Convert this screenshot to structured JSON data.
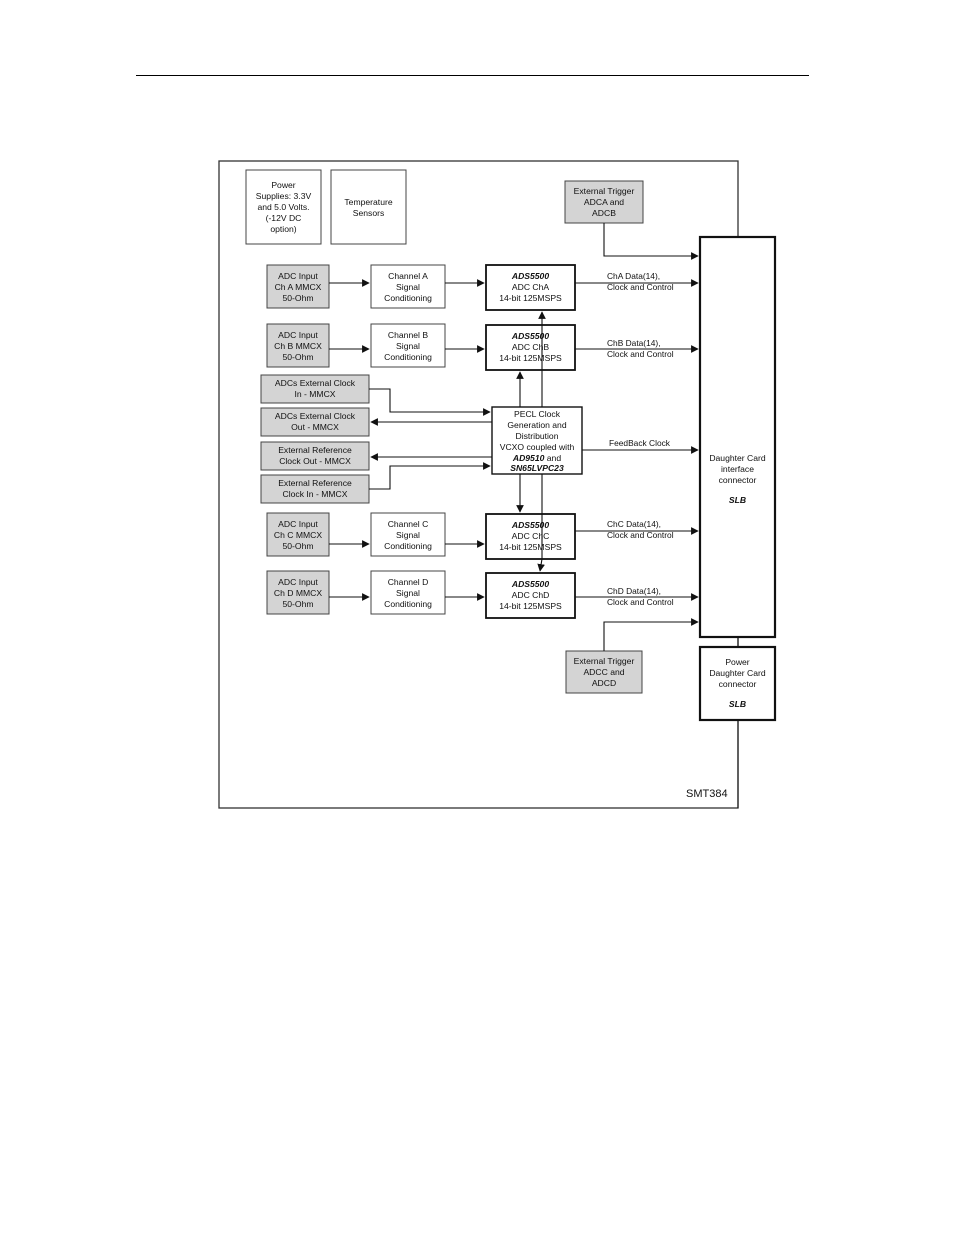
{
  "diagram": {
    "board_label": "SMT384",
    "blocks": {
      "power_supplies": [
        "Power",
        "Supplies: 3.3V",
        "and 5.0 Volts.",
        "(-12V DC",
        "option)"
      ],
      "temperature_sensors": [
        "Temperature",
        "Sensors"
      ],
      "ext_trigger_ab": [
        "External Trigger",
        "ADCA and",
        "ADCB"
      ],
      "ext_trigger_cd": [
        "External Trigger",
        "ADCC and",
        "ADCD"
      ],
      "adc_input_a": [
        "ADC Input",
        "Ch A MMCX",
        "50-Ohm"
      ],
      "adc_input_b": [
        "ADC Input",
        "Ch B MMCX",
        "50-Ohm"
      ],
      "adc_input_c": [
        "ADC Input",
        "Ch C MMCX",
        "50-Ohm"
      ],
      "adc_input_d": [
        "ADC Input",
        "Ch D MMCX",
        "50-Ohm"
      ],
      "cond_a": [
        "Channel A",
        "Signal",
        "Conditioning"
      ],
      "cond_b": [
        "Channel B",
        "Signal",
        "Conditioning"
      ],
      "cond_c": [
        "Channel C",
        "Signal",
        "Conditioning"
      ],
      "cond_d": [
        "Channel D",
        "Signal",
        "Conditioning"
      ],
      "adc_a": {
        "part": "ADS5500",
        "lines": [
          "ADC ChA",
          "14-bit 125MSPS"
        ]
      },
      "adc_b": {
        "part": "ADS5500",
        "lines": [
          "ADC ChB",
          "14-bit 125MSPS"
        ]
      },
      "adc_c": {
        "part": "ADS5500",
        "lines": [
          "ADC ChC",
          "14-bit 125MSPS"
        ]
      },
      "adc_d": {
        "part": "ADS5500",
        "lines": [
          "ADC ChD",
          "14-bit 125MSPS"
        ]
      },
      "ext_clock_in": [
        "ADCs External Clock",
        "In - MMCX"
      ],
      "ext_clock_out": [
        "ADCs External Clock",
        "Out - MMCX"
      ],
      "ext_ref_out": [
        "External Reference",
        "Clock Out - MMCX"
      ],
      "ext_ref_in": [
        "External Reference",
        "Clock In - MMCX"
      ],
      "pecl_clock": {
        "lines": [
          "PECL Clock",
          "Generation and",
          "Distribution",
          "VCXO coupled with"
        ],
        "part1": "AD9510",
        "and": " and",
        "part2": "SN65LVPC23"
      },
      "daughter_interface": {
        "lines": [
          "Daughter Card",
          "interface",
          "connector"
        ],
        "tag": "SLB"
      },
      "power_daughter": {
        "lines": [
          "Power",
          "Daughter Card",
          "connector"
        ],
        "tag": "SLB"
      }
    },
    "signals": {
      "cha": [
        "ChA Data(14),",
        "Clock and Control"
      ],
      "chb": [
        "ChB Data(14),",
        "Clock and Control"
      ],
      "chc": [
        "ChC Data(14),",
        "Clock and Control"
      ],
      "chd": [
        "ChD Data(14),",
        "Clock and Control"
      ],
      "feedback": "FeedBack Clock"
    },
    "colors": {
      "gray_fill": "#d4d4d4",
      "white_fill": "#ffffff",
      "stroke": "#222222"
    }
  }
}
